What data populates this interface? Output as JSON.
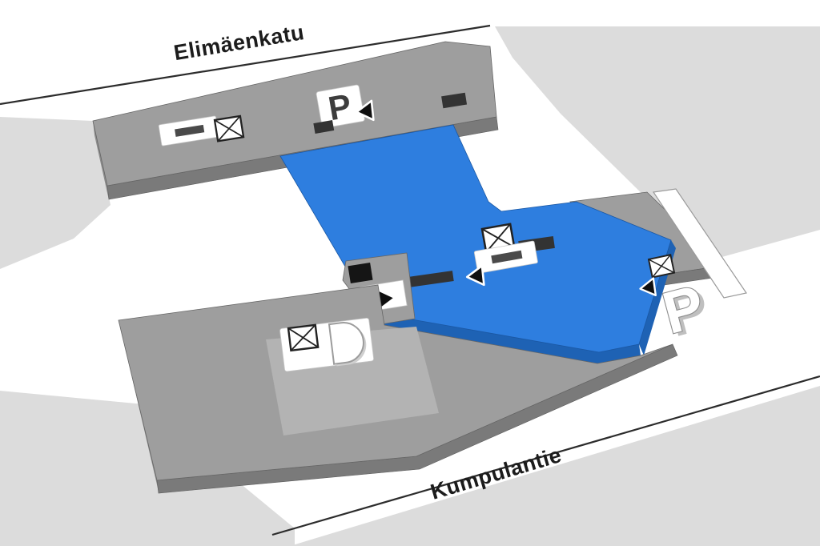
{
  "streets": {
    "top": {
      "name": "Elimäenkatu"
    },
    "bottom": {
      "name": "Kumpulantie"
    }
  },
  "markers": {
    "parking_label": "P"
  },
  "icons": {
    "elevator": "box-with-x",
    "stairs": "white-tile-dark-bar",
    "entrance": "black-triangle-arrow",
    "parking_ramp": "white-extruded-P",
    "parking": "dark-P"
  },
  "colors": {
    "highlight": "#2e7edf",
    "highlight_dark": "#1e62b4",
    "building": "#9e9e9e",
    "building_shade": "#7a7a7a",
    "ground": "#dcdcdc",
    "ink": "#1c1c1c"
  }
}
